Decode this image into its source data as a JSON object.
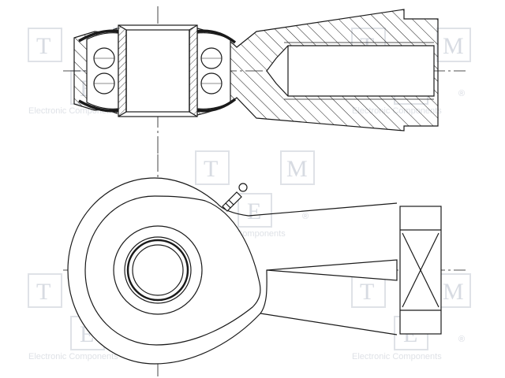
{
  "watermark": {
    "letters": [
      "T",
      "M",
      "E"
    ],
    "text": "Electronic Components",
    "registered": "®",
    "color": "#d7dbe2"
  },
  "drawing": {
    "line_color": "#1a1a1a",
    "hatch_color": "#1a1a1a",
    "views": [
      "sectioned-side-view",
      "top-view"
    ]
  }
}
